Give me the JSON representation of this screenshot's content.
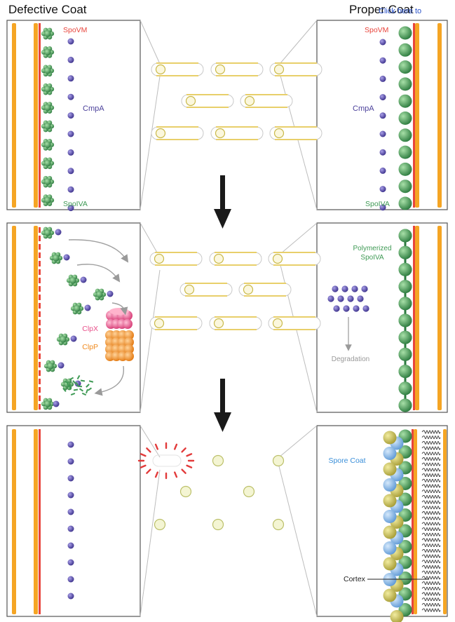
{
  "headers": {
    "left": "Defective Coat",
    "right": "Proper Coat",
    "overlap": "Click here to"
  },
  "labels": {
    "spovm_left": "SpoVM",
    "cmpa_left": "CmpA",
    "spoiva_left": "SpoIVA",
    "spovm_right": "SpoVM",
    "cmpa_right": "CmpA",
    "spoiva_right": "SpoIVA",
    "clpx": "ClpX",
    "clpp": "ClpP",
    "polymerized_1": "Polymerized",
    "polymerized_2": "SpoIVA",
    "degradation": "Degradation",
    "spore_coat": "Spore Coat",
    "cortex": "Cortex"
  },
  "colors": {
    "membrane_orange": "#f5a524",
    "spovm_red": "#e8453c",
    "cmpa_purple": "#4a3f9a",
    "spoiva_green": "#3f9a55",
    "clpx_pink": "#e8508a",
    "clpp_orange": "#f08a1e",
    "cell_yellow": "#e8cf6a",
    "coat_blue": "#7fb2e0",
    "coat_yellow": "#c9c05a",
    "label_blue": "#3a8fd9",
    "label_gray": "#999999"
  }
}
